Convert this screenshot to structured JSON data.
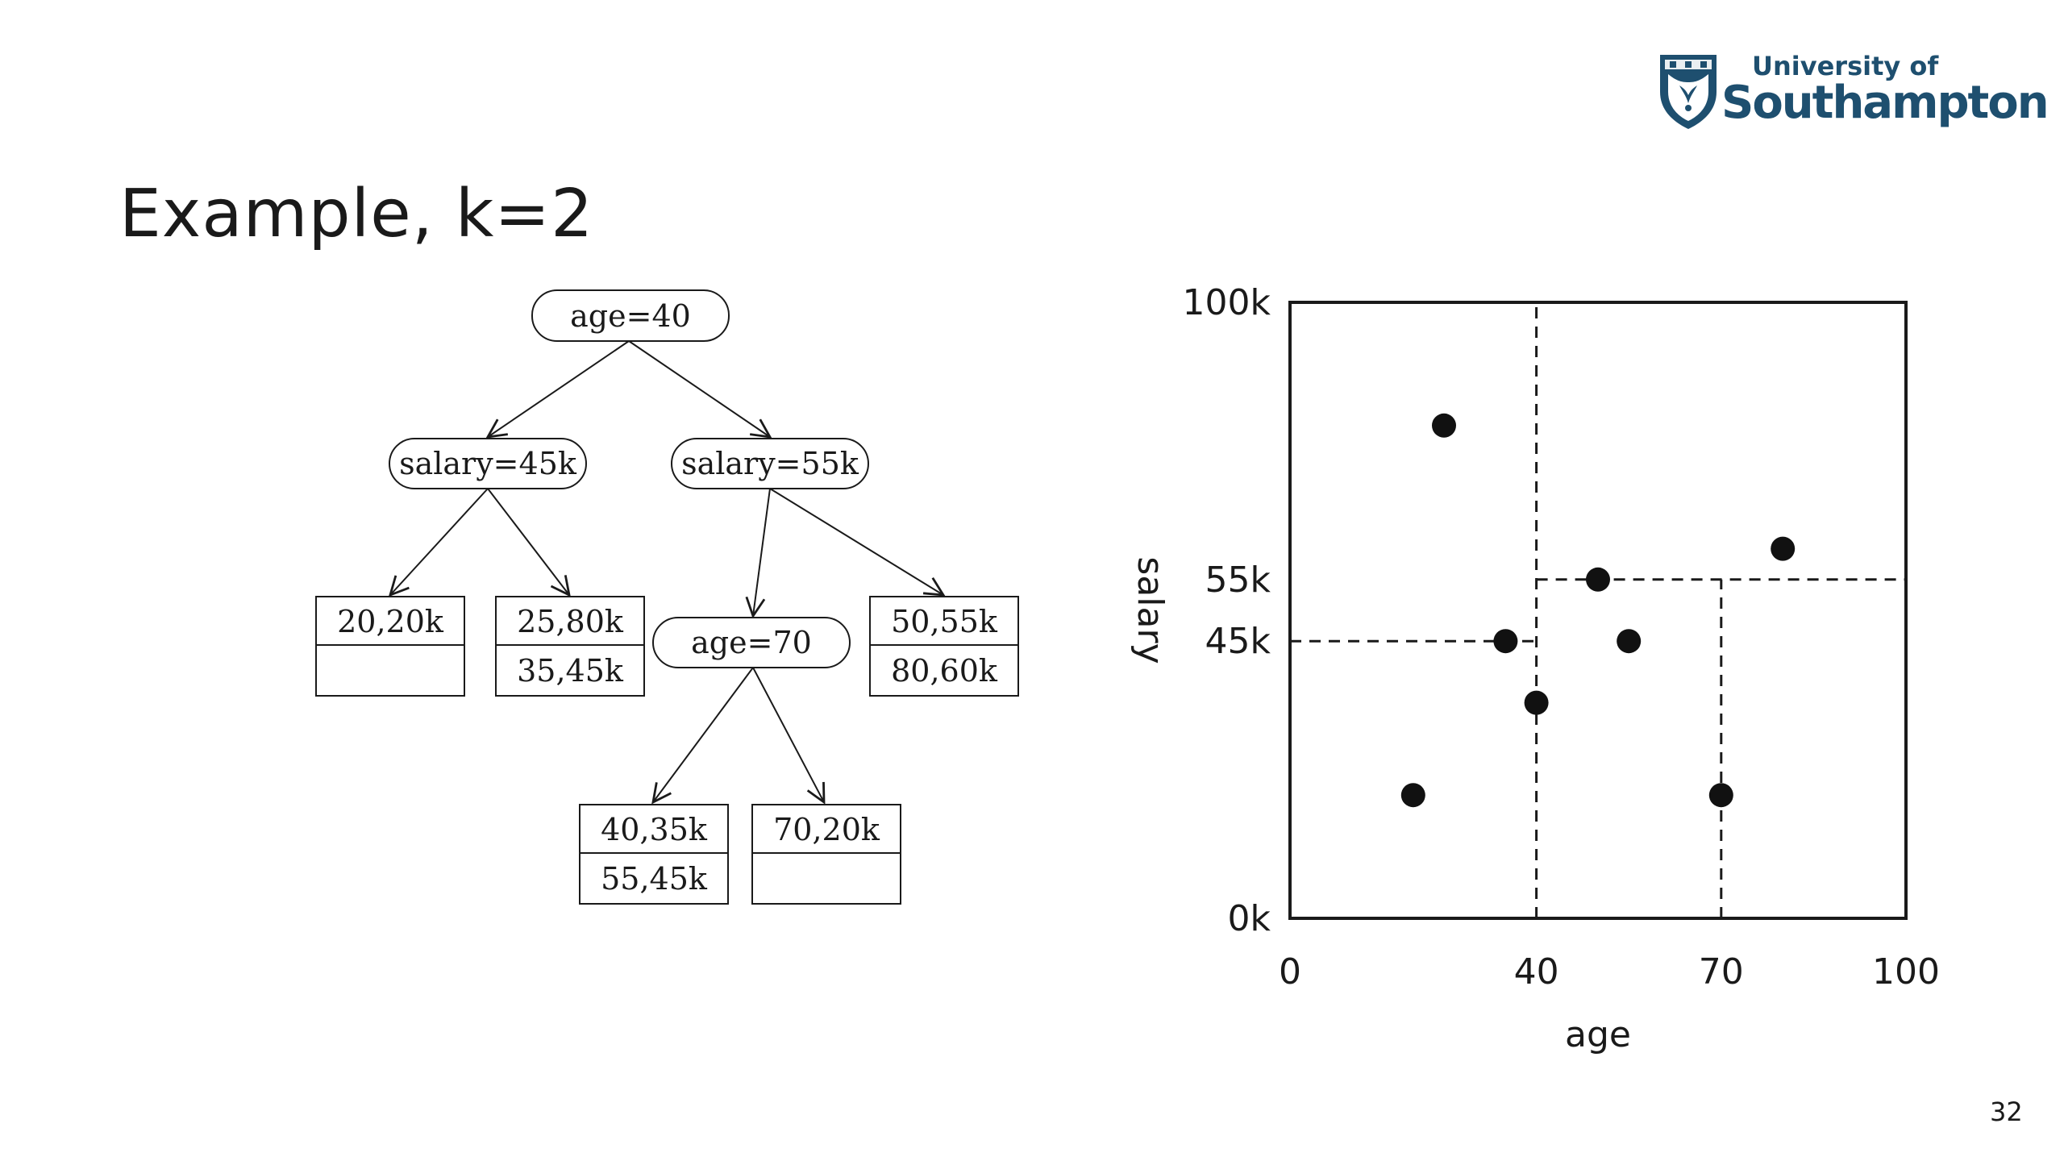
{
  "slide": {
    "title": "Example, k=2",
    "page_number": "32"
  },
  "logo": {
    "line1": "University of",
    "line2": "Southampton",
    "color": "#1e4f6f"
  },
  "tree": {
    "root": "age=40",
    "left_split": "salary=45k",
    "right_split": "salary=55k",
    "inner_split": "age=70",
    "leaves": {
      "leaf_a": [
        "20,20k",
        ""
      ],
      "leaf_b": [
        "25,80k",
        "35,45k"
      ],
      "leaf_c": [
        "40,35k",
        "55,45k"
      ],
      "leaf_d": [
        "70,20k",
        ""
      ],
      "leaf_e": [
        "50,55k",
        "80,60k"
      ]
    }
  },
  "chart_data": {
    "type": "scatter",
    "xlabel": "age",
    "ylabel": "salary",
    "xlim": [
      0,
      100
    ],
    "ylim": [
      0,
      100
    ],
    "x_ticks": [
      {
        "value": 0,
        "label": "0"
      },
      {
        "value": 40,
        "label": "40"
      },
      {
        "value": 70,
        "label": "70"
      },
      {
        "value": 100,
        "label": "100"
      }
    ],
    "y_ticks": [
      {
        "value": 0,
        "label": "0k"
      },
      {
        "value": 45,
        "label": "45k"
      },
      {
        "value": 55,
        "label": "55k"
      },
      {
        "value": 100,
        "label": "100k"
      }
    ],
    "points": [
      {
        "x": 25,
        "y": 80
      },
      {
        "x": 20,
        "y": 20
      },
      {
        "x": 35,
        "y": 45
      },
      {
        "x": 40,
        "y": 35
      },
      {
        "x": 50,
        "y": 55
      },
      {
        "x": 55,
        "y": 45
      },
      {
        "x": 80,
        "y": 60
      },
      {
        "x": 70,
        "y": 20
      }
    ],
    "partitions": [
      {
        "axis": "x",
        "value": 40,
        "from": 0,
        "to": 100
      },
      {
        "axis": "y",
        "value": 45,
        "from": 0,
        "to": 40
      },
      {
        "axis": "y",
        "value": 55,
        "from": 40,
        "to": 100
      },
      {
        "axis": "x",
        "value": 70,
        "from": 0,
        "to": 55
      }
    ],
    "grid": false
  }
}
